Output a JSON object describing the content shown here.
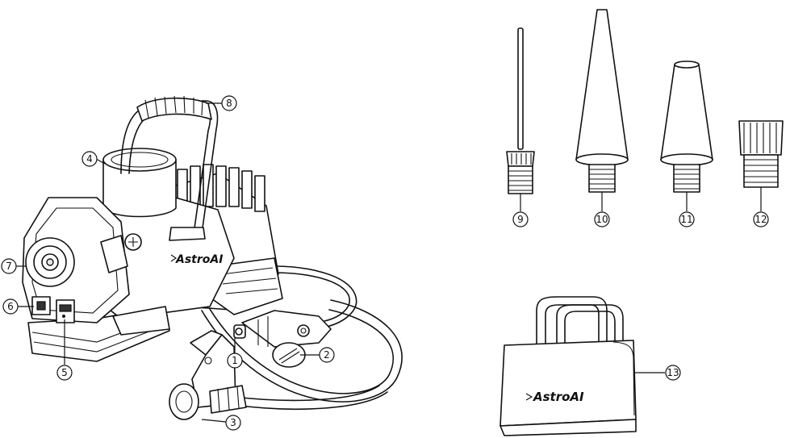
{
  "brand": {
    "compressor_logo": "AstroAI",
    "bag_logo": "AstroAI"
  },
  "callouts": [
    {
      "id": "1",
      "label": "①"
    },
    {
      "id": "2",
      "label": "②"
    },
    {
      "id": "3",
      "label": "③"
    },
    {
      "id": "4",
      "label": "④"
    },
    {
      "id": "5",
      "label": "⑤"
    },
    {
      "id": "6",
      "label": "⑥"
    },
    {
      "id": "7",
      "label": "⑦"
    },
    {
      "id": "8",
      "label": "⑧"
    },
    {
      "id": "9",
      "label": "⑨"
    },
    {
      "id": "10",
      "label": "⑩"
    },
    {
      "id": "11",
      "label": "⑪"
    },
    {
      "id": "12",
      "label": "⑫"
    },
    {
      "id": "13",
      "label": "⑬"
    }
  ]
}
